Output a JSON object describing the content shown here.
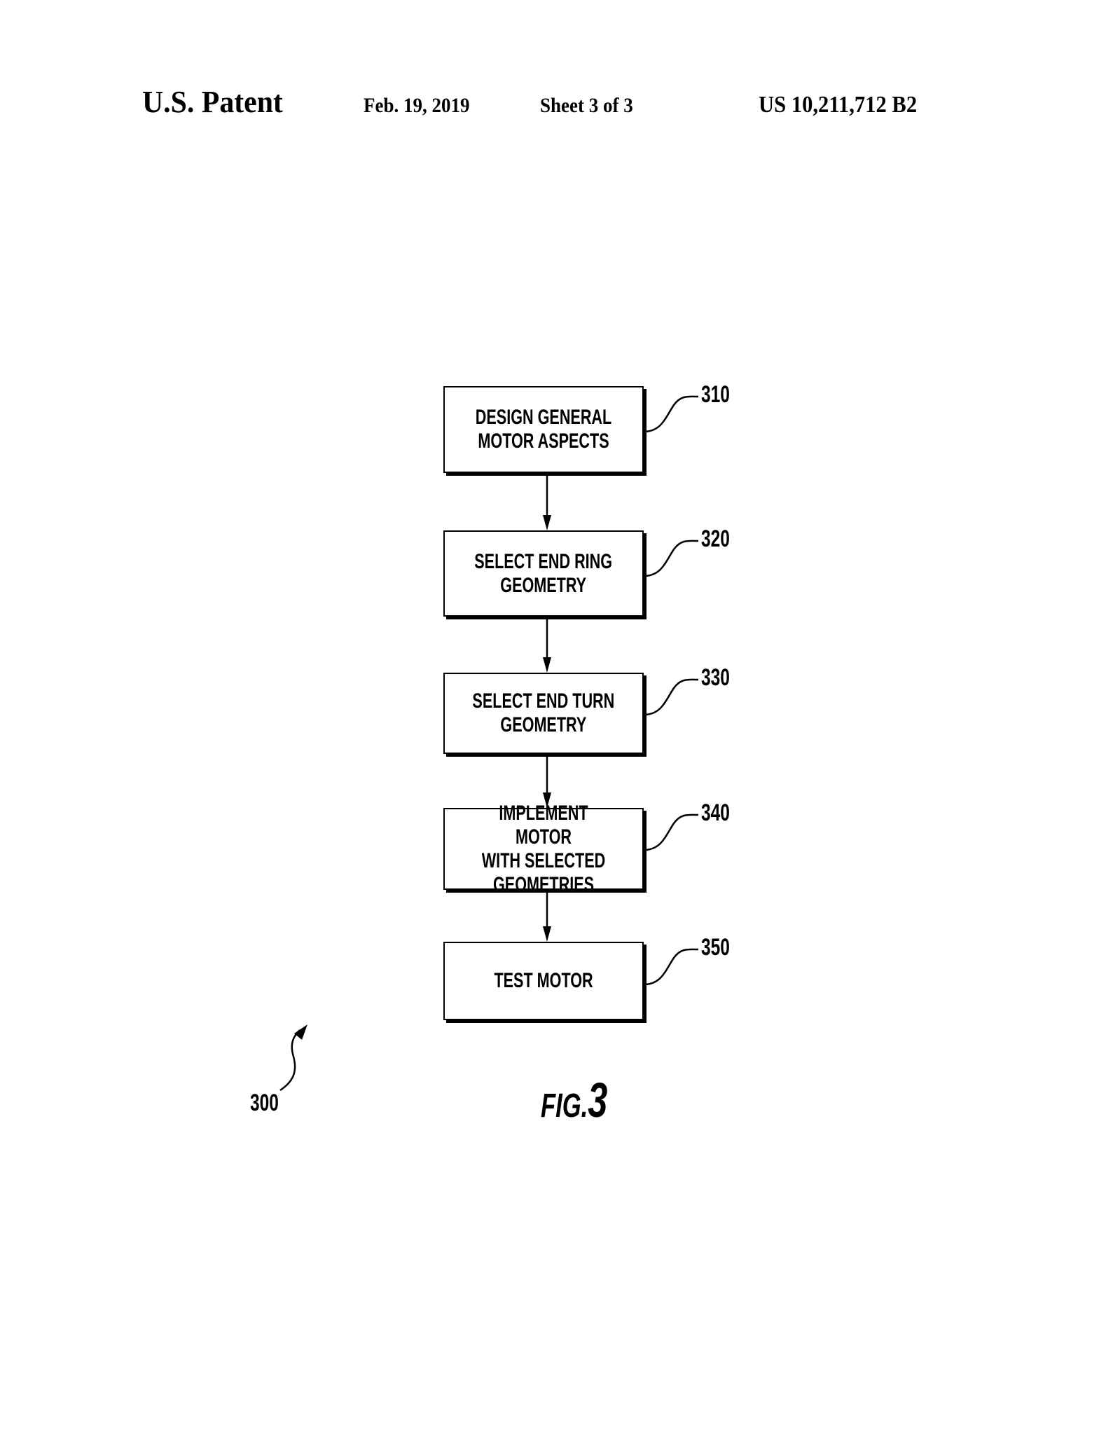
{
  "header": {
    "title": "U.S. Patent",
    "date": "Feb. 19, 2019",
    "sheet": "Sheet 3 of 3",
    "patent_number": "US 10,211,712 B2"
  },
  "figure": {
    "ref_number": "300",
    "caption_prefix": "FIG.",
    "caption_number": "3",
    "steps": [
      {
        "ref": "310",
        "label": "DESIGN GENERAL\nMOTOR ASPECTS"
      },
      {
        "ref": "320",
        "label": "SELECT END RING\nGEOMETRY"
      },
      {
        "ref": "330",
        "label": "SELECT END TURN\nGEOMETRY"
      },
      {
        "ref": "340",
        "label": "IMPLEMENT MOTOR\nWITH SELECTED\nGEOMETRIES"
      },
      {
        "ref": "350",
        "label": "TEST MOTOR"
      }
    ]
  }
}
